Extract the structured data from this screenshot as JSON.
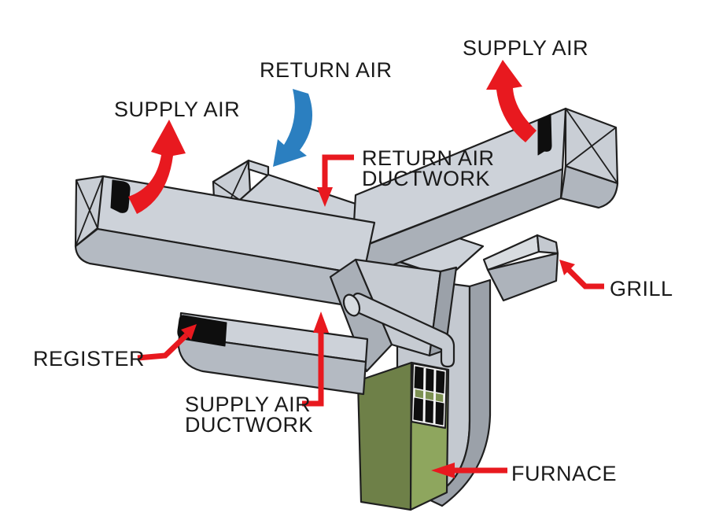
{
  "figure": {
    "type": "diagram",
    "subject": "HVAC supply and return air ductwork with furnace"
  },
  "labels": {
    "supply_air_left": "SUPPLY AIR",
    "return_air": "RETURN AIR",
    "supply_air_right": "SUPPLY AIR",
    "return_air_ductwork": {
      "line1": "RETURN AIR",
      "line2": "DUCTWORK"
    },
    "register": "REGISTER",
    "supply_air_ductwork": {
      "line1": "SUPPLY AIR",
      "line2": "DUCTWORK"
    },
    "grill": "GRILL",
    "furnace": "FURNACE"
  },
  "colors": {
    "background": "#ffffff",
    "label_text": "#1a1a1a",
    "outline": "#1f1f1f",
    "supply_flow_arrow": "#e8191f",
    "return_flow_arrow": "#2b7fc0",
    "pointer_arrow": "#e8191f",
    "duct_top": "#cdd2d9",
    "duct_front": "#b4bac2",
    "duct_side": "#9ba1a9",
    "duct_inner_light": "#d8dce0",
    "register_black": "#0e0e0e",
    "furnace_left_face": "#6e8048",
    "furnace_front_face": "#8ea65e",
    "furnace_band": "#7d9152",
    "louver_frame": "#f5f5f5"
  },
  "components": [
    "left-supply-branch-duct",
    "return-air-duct",
    "return-air-drop-duct",
    "supply-trunk-duct",
    "supply-register-boot",
    "grill-stub",
    "plenum",
    "flue-pipe",
    "furnace",
    "register-vent-left",
    "register-vent-right",
    "register-vent-boot"
  ]
}
